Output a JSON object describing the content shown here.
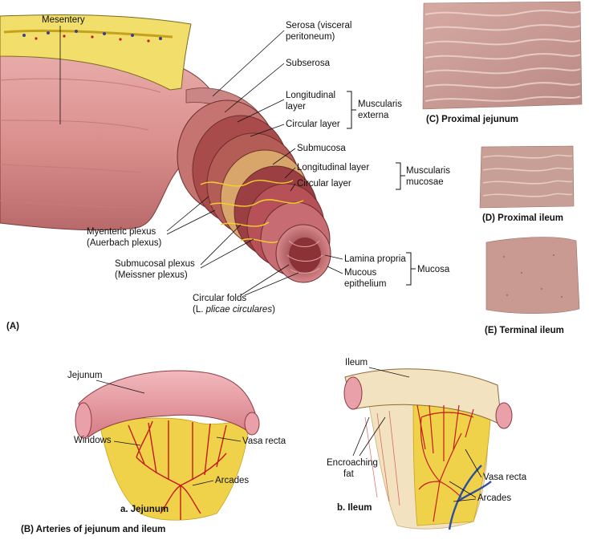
{
  "panel_a": {
    "letter": "(A)",
    "labels": {
      "mesentery": "Mesentery",
      "serosa_1": "Serosa (visceral",
      "serosa_2": "peritoneum)",
      "subserosa": "Subserosa",
      "longitudinal_layer_1": "Longitudinal",
      "longitudinal_layer_2": "layer",
      "circular_layer": "Circular layer",
      "muscularis_externa_1": "Muscularis",
      "muscularis_externa_2": "externa",
      "submucosa": "Submucosa",
      "mm_longitudinal": "Longitudinal layer",
      "mm_circular": "Circular layer",
      "muscularis_mucosae_1": "Muscularis",
      "muscularis_mucosae_2": "mucosae",
      "myenteric_1": "Myenteric plexus",
      "myenteric_2": "(Auerbach plexus)",
      "submucosal_1": "Submucosal plexus",
      "submucosal_2": "(Meissner plexus)",
      "lamina_propria": "Lamina propria",
      "mucous_epi_1": "Mucous",
      "mucous_epi_2": "epithelium",
      "mucosa": "Mucosa",
      "circular_folds_1": "Circular folds",
      "circular_folds_2_pre": "(L. ",
      "circular_folds_2_it": "plicae circulares",
      "circular_folds_2_post": ")"
    }
  },
  "panel_c": {
    "caption": "(C) Proximal jejunum"
  },
  "panel_d": {
    "caption": "(D) Proximal ileum"
  },
  "panel_e": {
    "caption": "(E) Terminal ileum"
  },
  "panel_b": {
    "caption": "(B) Arteries of jejunum and ileum",
    "jejunum": {
      "title": "a. Jejunum",
      "labels": {
        "jejunum": "Jejunum",
        "windows": "Windows",
        "vasa_recta": "Vasa recta",
        "arcades": "Arcades"
      }
    },
    "ileum": {
      "title": "b. Ileum",
      "labels": {
        "ileum": "Ileum",
        "encroaching_1": "Encroaching",
        "encroaching_2": "fat",
        "vasa_recta": "Vasa recta",
        "arcades": "Arcades"
      }
    }
  },
  "colors": {
    "intestine_pink": "#d98e8c",
    "muscle_red": "#a84848",
    "fat_yellow": "#f0d24a",
    "artery_red": "#c41a1a",
    "vein_blue": "#2c4fa0",
    "mucosa_photo": "#c79a92",
    "ileum_cream": "#f3e2bf"
  }
}
